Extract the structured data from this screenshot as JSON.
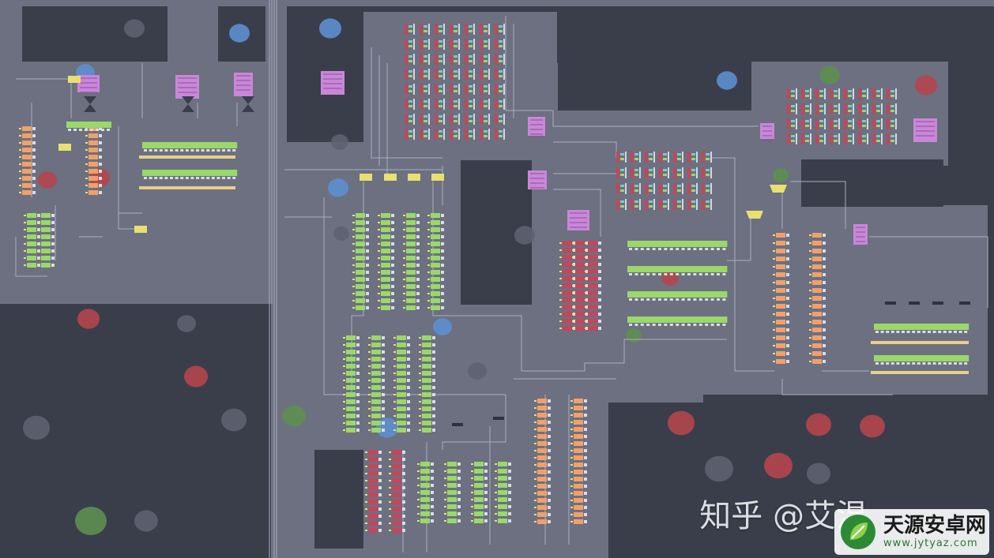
{
  "watermark_text": "知乎 @艾温",
  "site_badge": {
    "logo_icon": "green-leaf-logo-icon",
    "title": "天源安卓网",
    "url": "www.jytyaz.com"
  },
  "colors": {
    "background": "#3a3e4b",
    "floor": "#6c7080",
    "wire": "#a9afc2",
    "memory_red": "#c5455a",
    "memory_cyan": "#6fd0c0",
    "logic_green": "#9ad86a",
    "logic_yellow": "#e8e070",
    "module_pink": "#c987d8",
    "gate_orange": "#f0a06a",
    "bus_gold": "#e6d08a",
    "blob_blue": "#5d8fd0",
    "blob_red": "#b5454c",
    "blob_gray": "#5e6270",
    "blob_green": "#5e8e50"
  }
}
